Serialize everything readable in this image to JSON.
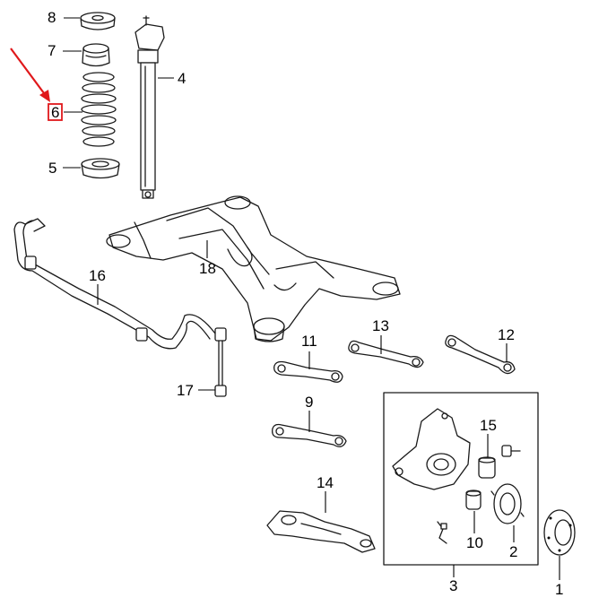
{
  "labels": {
    "l1": "1",
    "l2": "2",
    "l3": "3",
    "l4": "4",
    "l5": "5",
    "l6": "6",
    "l7": "7",
    "l8": "8",
    "l9": "9",
    "l10": "10",
    "l11": "11",
    "l12": "12",
    "l13": "13",
    "l14": "14",
    "l15": "15",
    "l16": "16",
    "l17": "17",
    "l18": "18"
  },
  "colors": {
    "highlight": "#e0181b",
    "line": "#1a1a1a"
  },
  "highlighted_part": "6"
}
